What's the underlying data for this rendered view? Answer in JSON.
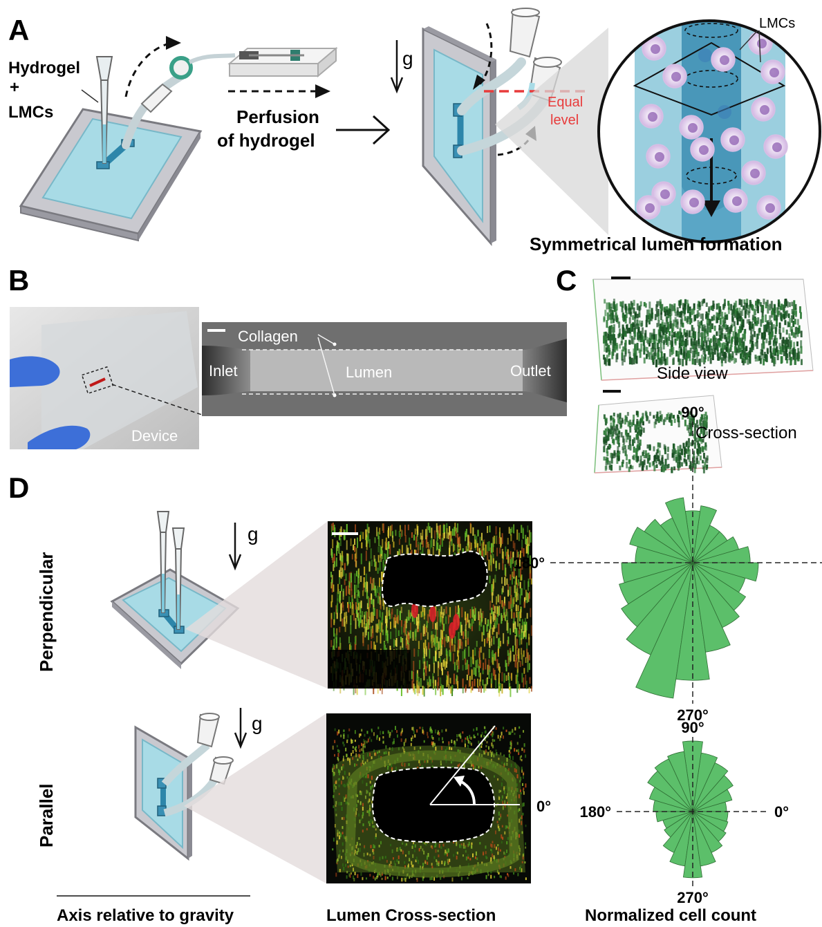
{
  "panels": {
    "A": {
      "letter": "A",
      "hydrogel": "Hydrogel",
      "plus": "+",
      "lmcs": "LMCs",
      "perfusion_line1": "Perfusion",
      "perfusion_line2": "of hydrogel",
      "gravity": "g",
      "equal_line1": "Equal",
      "equal_line2": "level",
      "inset_lmcs": "LMCs",
      "caption": "Symmetrical lumen formation"
    },
    "B": {
      "letter": "B",
      "device": "Device",
      "collagen": "Collagen",
      "inlet": "Inlet",
      "lumen": "Lumen",
      "outlet": "Outlet"
    },
    "C": {
      "letter": "C",
      "side_view": "Side view",
      "cross_section": "Cross-section"
    },
    "D": {
      "letter": "D",
      "row1_label": "Perpendicular",
      "row2_label": "Parallel",
      "gravity": "g",
      "angle_0": "0°",
      "angle_90": "90°",
      "angle_180": "180°",
      "angle_270": "270°",
      "angle_marker": "0°",
      "col1_caption": "Axis relative to gravity",
      "col2_caption": "Lumen Cross-section",
      "col3_caption": "Normalized cell count"
    }
  },
  "colors": {
    "rose_fill": "#5cbf6a",
    "hydrogel_blue": "#a8dbe6",
    "device_teal": "#3a90b4",
    "red_dash": "#e83b3b",
    "lmc_purple": "#c8a9d8"
  },
  "rose_data": {
    "perpendicular": [
      0.42,
      0.35,
      0.3,
      0.3,
      0.42,
      0.38,
      0.48,
      0.36,
      0.42,
      0.48,
      0.42,
      0.52,
      0.56,
      0.62,
      0.74,
      1.0,
      0.86,
      0.66,
      0.52,
      0.46,
      0.4,
      0.48
    ],
    "parallel": [
      0.48,
      0.58,
      0.68,
      0.76,
      0.84,
      1.0,
      0.86,
      0.82,
      0.76,
      0.64,
      0.56,
      0.52,
      0.44,
      0.48,
      0.64,
      0.78,
      0.94,
      0.78,
      0.64,
      0.56,
      0.52,
      0.5
    ]
  }
}
